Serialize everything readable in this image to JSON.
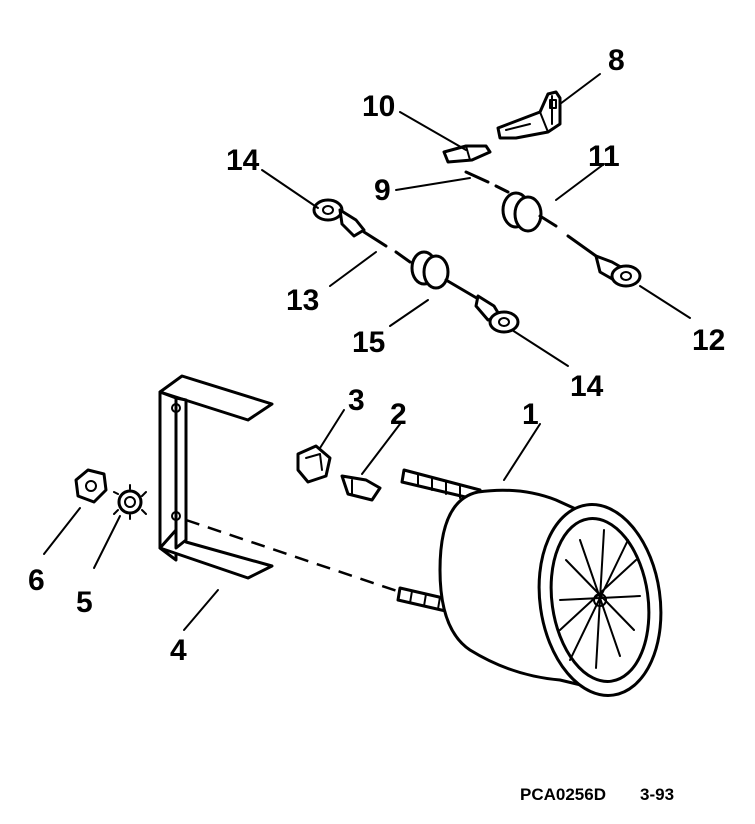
{
  "callouts": {
    "c1": "1",
    "c2": "2",
    "c3": "3",
    "c4": "4",
    "c5": "5",
    "c6": "6",
    "c8": "8",
    "c9": "9",
    "c10": "10",
    "c11": "11",
    "c12": "12",
    "c13": "13",
    "c14a": "14",
    "c14b": "14",
    "c15": "15"
  },
  "footer": {
    "code": "PCA0256D",
    "date": "3-93"
  }
}
